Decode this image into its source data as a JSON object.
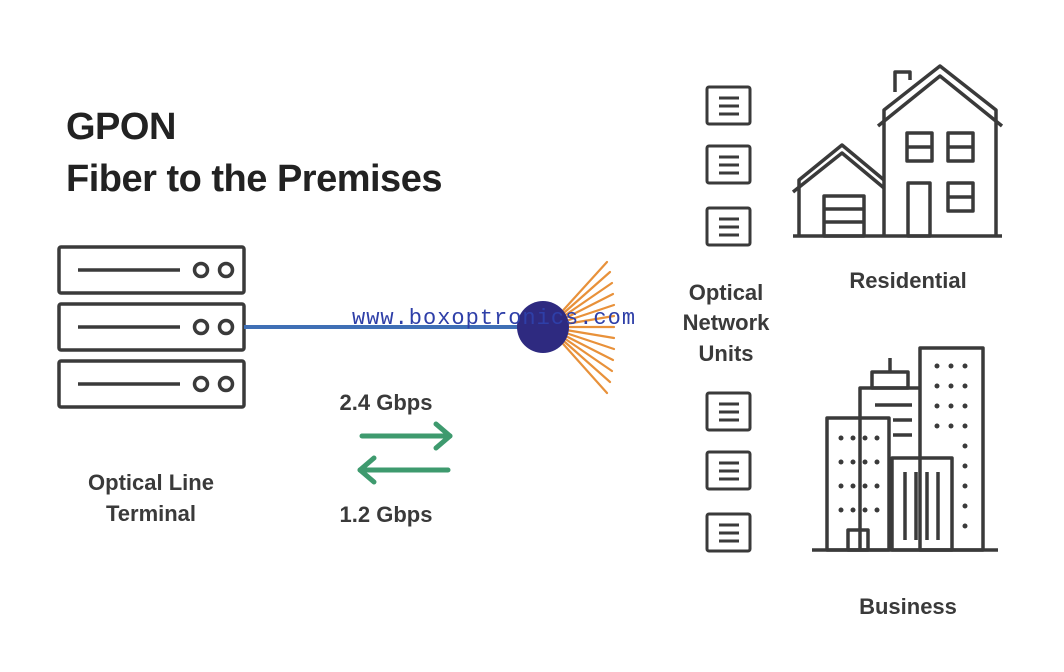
{
  "title": {
    "line1": "GPON",
    "line2": "Fiber to the Premises"
  },
  "labels": {
    "olt": [
      "Optical Line",
      "Terminal"
    ],
    "onu": [
      "Optical",
      "Network",
      "Units"
    ],
    "residential": "Residential",
    "business": "Business",
    "downstream": "2.4 Gbps",
    "upstream": "1.2 Gbps"
  },
  "watermark": "www.boxoptronics.com",
  "colors": {
    "fiber": "#3f6fb5",
    "splitter": "#2e2a80",
    "rays": "#e8913a",
    "arrows": "#3e9a6e",
    "outline": "#3a3a3a"
  },
  "icons": {
    "olt": "server-rack-icon",
    "onu": "onu-device-icon",
    "residential": "house-icon",
    "business": "office-buildings-icon"
  }
}
